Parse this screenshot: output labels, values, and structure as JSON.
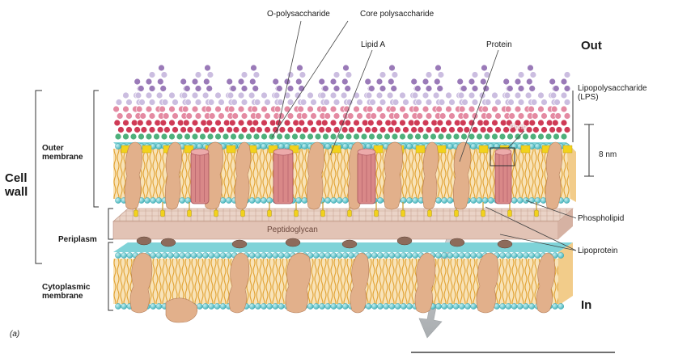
{
  "labels": {
    "o_poly": "O-polysaccharide",
    "core_poly": "Core polysaccharide",
    "lipid_a": "Lipid A",
    "protein": "Protein",
    "porin": "Porin",
    "out": "Out",
    "in": "In",
    "lps": "Lipopolysaccharide (LPS)",
    "nm": "8 nm",
    "phospholipid": "Phospholipid",
    "lipoprotein": "Lipoprotein",
    "peptidoglycan": "Peptidoglycan",
    "cell_wall": "Cell wall",
    "outer_membrane": "Outer membrane",
    "periplasm": "Periplasm",
    "cytoplasmic_membrane": "Cytoplasmic membrane",
    "panel": "(a)"
  },
  "colors": {
    "head_teal": "#5fc6cc",
    "tail_gold": "#e7a83a",
    "lipid_a_yellow": "#f2d21c",
    "protein_tan": "#e2b08b",
    "porin_pink": "#d98888",
    "peptidoglycan": "#e8cdc0",
    "sugar_purple": "#9a7ab8",
    "sugar_lilac": "#cbbde0",
    "sugar_pink": "#e48aa2",
    "sugar_red": "#cf3b56",
    "sugar_green": "#4fb07c",
    "arrow_gray": "#b9bcbf"
  }
}
